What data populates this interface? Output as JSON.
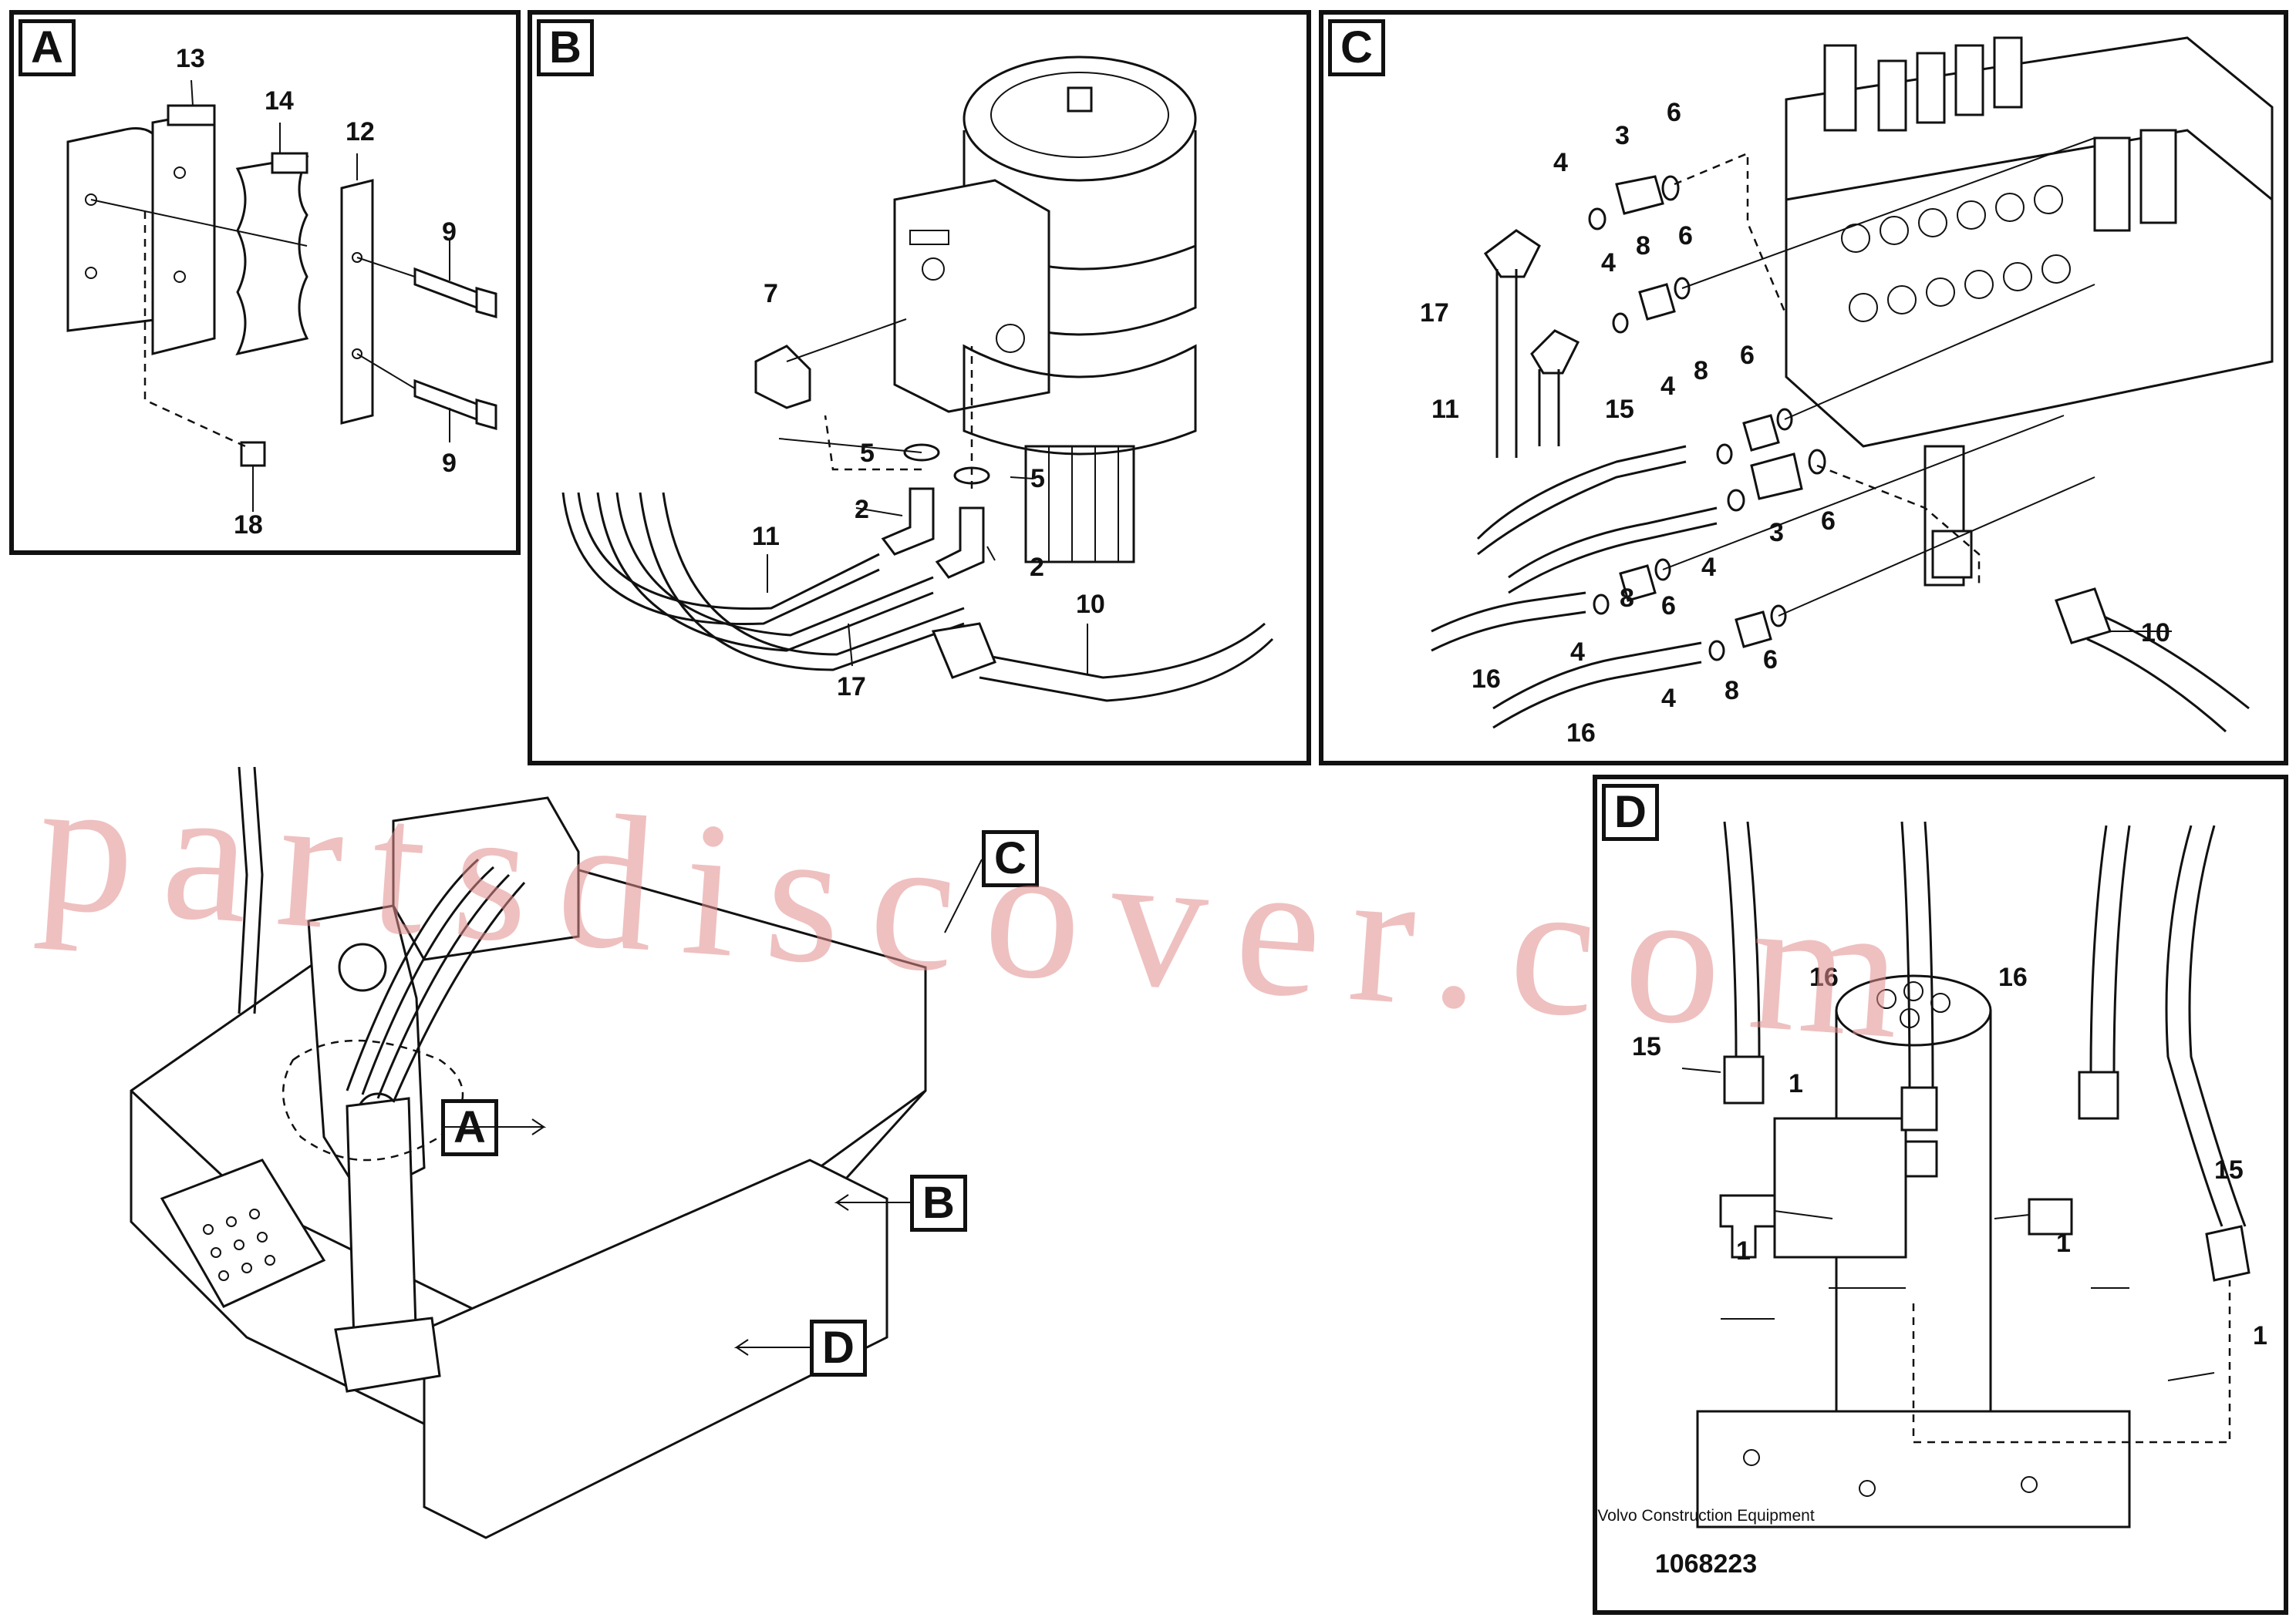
{
  "diagram": {
    "views": {
      "a": "A",
      "b": "B",
      "c": "C",
      "d": "D"
    },
    "callouts": {
      "a": [
        "13",
        "14",
        "12",
        "9",
        "9",
        "18"
      ],
      "b": [
        "7",
        "5",
        "5",
        "2",
        "2",
        "11",
        "17",
        "10"
      ],
      "c": [
        "4",
        "3",
        "6",
        "4",
        "8",
        "6",
        "17",
        "11",
        "8",
        "6",
        "15",
        "4",
        "3",
        "6",
        "4",
        "8",
        "6",
        "16",
        "4",
        "8",
        "6",
        "16",
        "4",
        "10"
      ],
      "d": [
        "16",
        "16",
        "15",
        "1",
        "1",
        "1",
        "15",
        "1"
      ]
    },
    "watermark": "partsdiscover.com",
    "maker": "Volvo Construction Equipment",
    "drawing_number": "1068223"
  }
}
